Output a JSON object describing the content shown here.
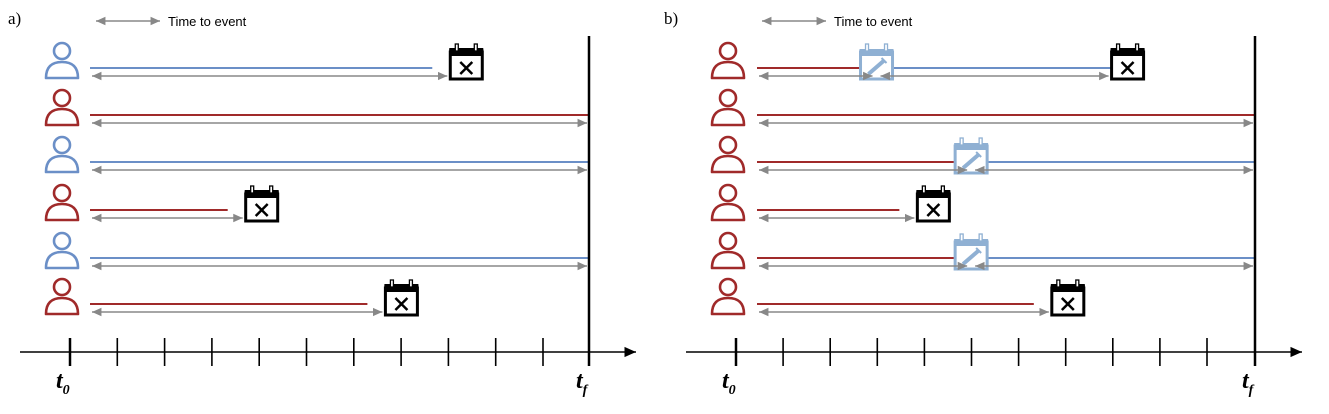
{
  "colors": {
    "blue": "#6b8fc7",
    "red": "#a02a2a",
    "gray": "#888888",
    "black": "#000000",
    "vaccine_icon": "#8fb0d3"
  },
  "icons": {
    "person": "person-icon",
    "event": "calendar-x-icon",
    "vaccination": "calendar-syringe-icon"
  },
  "legend": {
    "label": "Time to event"
  },
  "axis": {
    "start_label": "t",
    "start_sub": "0",
    "end_label": "t",
    "end_sub": "f"
  },
  "panels": [
    {
      "label": "a)",
      "rows": [
        {
          "person": "blue",
          "vaccination_at": null,
          "event_at": 0.72,
          "end": 0.72,
          "censored": false
        },
        {
          "person": "red",
          "vaccination_at": null,
          "event_at": null,
          "end": 1.0,
          "censored": true
        },
        {
          "person": "blue",
          "vaccination_at": null,
          "event_at": null,
          "end": 1.0,
          "censored": true
        },
        {
          "person": "red",
          "vaccination_at": null,
          "event_at": 0.31,
          "end": 0.31,
          "censored": false
        },
        {
          "person": "blue",
          "vaccination_at": null,
          "event_at": null,
          "end": 1.0,
          "censored": true
        },
        {
          "person": "red",
          "vaccination_at": null,
          "event_at": 0.59,
          "end": 0.59,
          "censored": false
        }
      ]
    },
    {
      "label": "b)",
      "rows": [
        {
          "person": "red",
          "vaccination_at": 0.24,
          "event_at": 0.71,
          "end": 0.71,
          "censored": false
        },
        {
          "person": "red",
          "vaccination_at": null,
          "event_at": null,
          "end": 1.0,
          "censored": true
        },
        {
          "person": "red",
          "vaccination_at": 0.43,
          "event_at": null,
          "end": 1.0,
          "censored": true
        },
        {
          "person": "red",
          "vaccination_at": null,
          "event_at": 0.32,
          "end": 0.32,
          "censored": false
        },
        {
          "person": "red",
          "vaccination_at": 0.43,
          "event_at": null,
          "end": 1.0,
          "censored": true
        },
        {
          "person": "red",
          "vaccination_at": null,
          "event_at": 0.59,
          "end": 0.59,
          "censored": false
        }
      ]
    }
  ]
}
